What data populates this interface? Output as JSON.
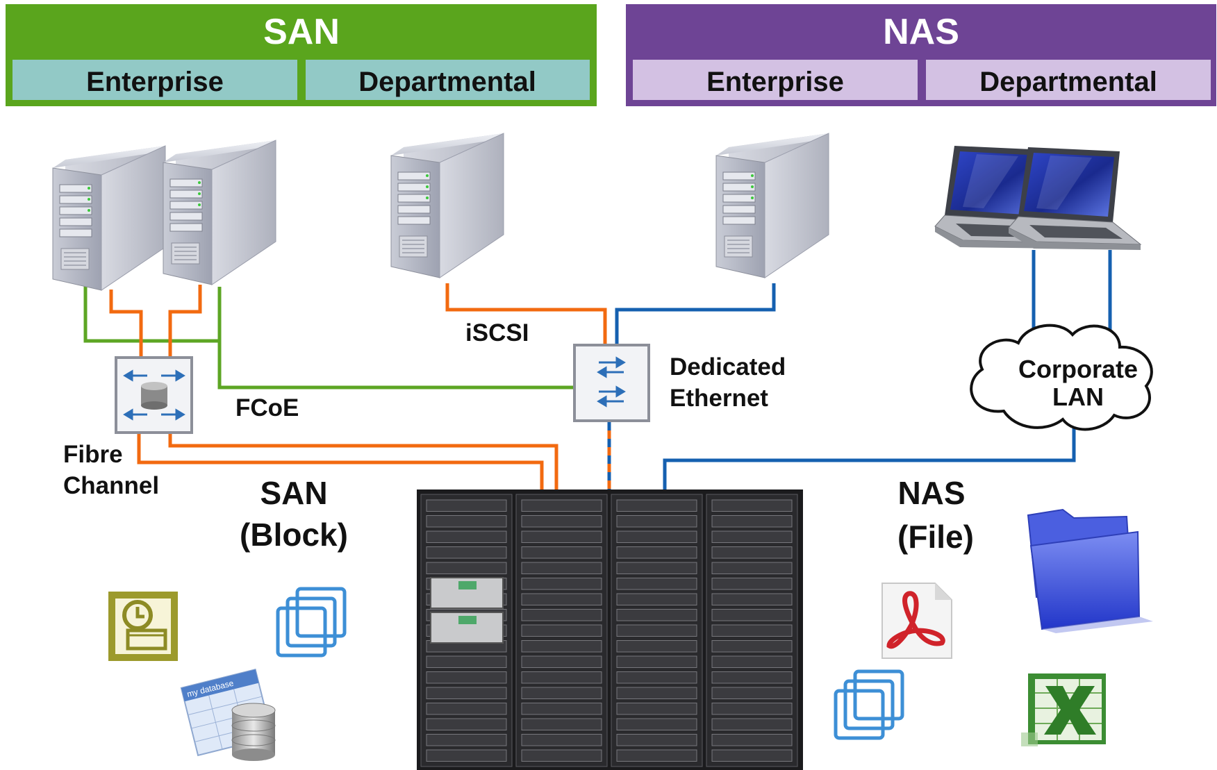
{
  "colors": {
    "san_header": "#5aa51d",
    "san_sub": "#92c9c6",
    "nas_header": "#6e4495",
    "nas_sub": "#d3c1e3",
    "fc_orange": "#f26a10",
    "fcoe_green": "#5da624",
    "ethernet_blue": "#1560b0"
  },
  "header": {
    "san": {
      "title": "SAN",
      "left": "Enterprise",
      "right": "Departmental"
    },
    "nas": {
      "title": "NAS",
      "left": "Enterprise",
      "right": "Departmental"
    }
  },
  "labels": {
    "iscsi": "iSCSI",
    "fcoe": "FCoE",
    "fibre_channel": [
      "Fibre",
      "Channel"
    ],
    "dedicated_ethernet": [
      "Dedicated",
      "Ethernet"
    ],
    "corporate_lan": [
      "Corporate",
      "LAN"
    ],
    "san_block": [
      "SAN",
      "(Block)"
    ],
    "nas_file": [
      "NAS",
      "(File)"
    ]
  },
  "icons": {
    "servers": [
      "tower-server-icon",
      "tower-server-icon",
      "tower-server-icon",
      "tower-server-icon"
    ],
    "clients": [
      "laptop-icon",
      "laptop-icon"
    ],
    "fc_switch": "fibre-channel-switch-icon",
    "eth_switch": "ethernet-switch-icon",
    "cloud": "corporate-lan-cloud-icon",
    "storage": "storage-array-rack-icon",
    "san_apps": [
      "exchange-app-icon",
      "vmware-icon",
      "database-icon"
    ],
    "nas_apps": [
      "pdf-document-icon",
      "folder-icon",
      "vmware-icon",
      "excel-spreadsheet-icon"
    ],
    "database_caption": "my database"
  }
}
